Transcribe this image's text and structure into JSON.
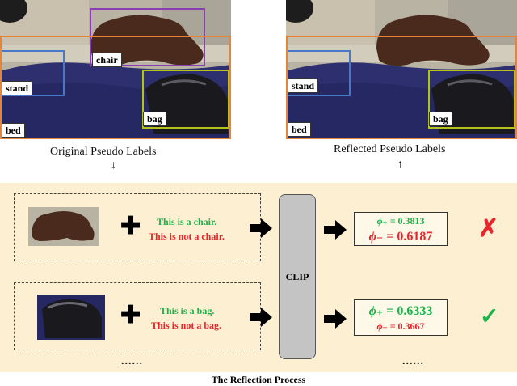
{
  "original": {
    "caption": "Original Pseudo Labels",
    "labels": {
      "chair": "chair",
      "stand": "stand",
      "bag": "bag",
      "bed": "bed"
    }
  },
  "reflected": {
    "caption": "Reflected Pseudo Labels",
    "labels": {
      "stand": "stand",
      "bag": "bag",
      "bed": "bed"
    }
  },
  "process": {
    "title": "The Reflection Process",
    "clip_label": "CLIP",
    "rows": [
      {
        "positive_text": "This is a chair.",
        "negative_text": "This is not a chair.",
        "phi_plus_symbol": "ϕ₊",
        "phi_plus_value": "= 0.3813",
        "phi_minus_symbol": "ϕ₋",
        "phi_minus_value": "= 0.6187",
        "result_mark": "✗"
      },
      {
        "positive_text": "This is a bag.",
        "negative_text": "This is not a bag.",
        "phi_plus_symbol": "ϕ₊",
        "phi_plus_value": "= 0.6333",
        "phi_minus_symbol": "ϕ₋",
        "phi_minus_value": "= 0.3667",
        "result_mark": "✓"
      }
    ],
    "ellipsis_left": "......",
    "ellipsis_right": "......"
  },
  "colors": {
    "panel_bg": "#fdf0d2",
    "positive": "#1cb34a",
    "negative": "#e8262c",
    "box_chair": "#8a3fb0",
    "box_stand": "#4a78c8",
    "box_bag": "#b5c21a",
    "box_bed": "#e6843a"
  }
}
